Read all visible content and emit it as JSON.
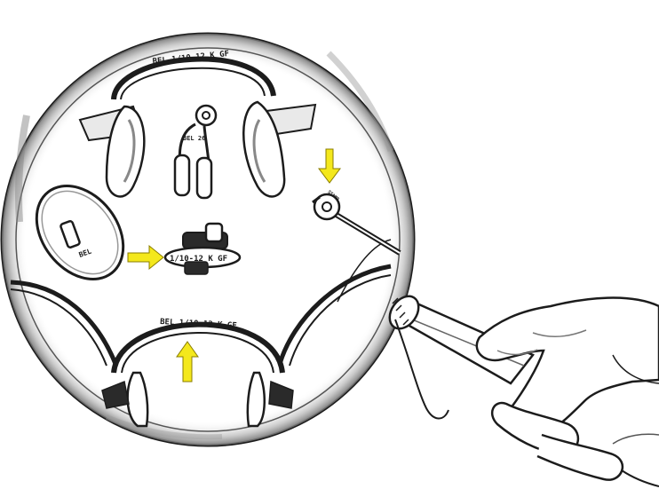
{
  "illustration": {
    "bridge_top_stamp": "BEL 1/10-12 K GF",
    "bridge_bottom_stamp": "BEL 1/10-12 K GF",
    "nosepad_arm_stamp": "BEL 26",
    "oval_pad_stamp": "BEL",
    "clip_tag_stamp": "1/10-12 K GF",
    "tool_tip_stamp": "STAMP",
    "colors": {
      "arrow": "#f4e81c",
      "ink": "#1c1c1c",
      "lens_shadow": "#9a9a9a",
      "background": "#ffffff"
    }
  }
}
